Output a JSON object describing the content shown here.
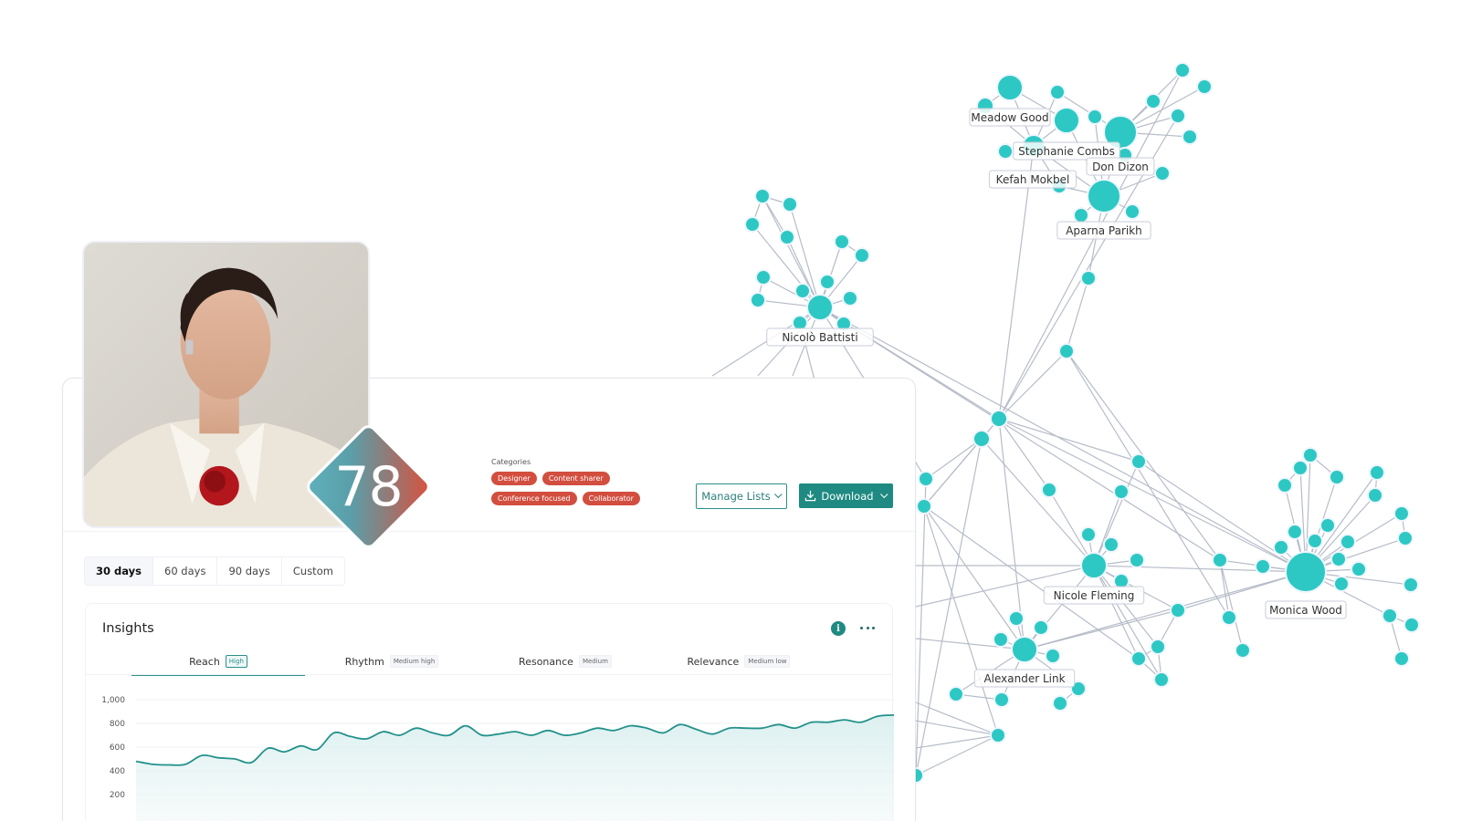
{
  "profile": {
    "score": "78",
    "photo_alt": "profile-photo"
  },
  "categories": {
    "title": "Categories",
    "items": [
      "Designer",
      "Content sharer",
      "Conference focused",
      "Collaborator"
    ]
  },
  "actions": {
    "manage_lists": "Manage Lists",
    "download": "Download"
  },
  "range_tabs": [
    {
      "label": "30 days",
      "active": true
    },
    {
      "label": "60 days",
      "active": false
    },
    {
      "label": "90 days",
      "active": false
    },
    {
      "label": "Custom",
      "active": false
    }
  ],
  "insights": {
    "title": "Insights",
    "tabs": [
      {
        "label": "Reach",
        "tag": "High",
        "active": true
      },
      {
        "label": "Rhythm",
        "tag": "Medium high",
        "active": false
      },
      {
        "label": "Resonance",
        "tag": "Medium",
        "active": false
      },
      {
        "label": "Relevance",
        "tag": "Medium low",
        "active": false
      }
    ]
  },
  "chart_data": {
    "type": "area",
    "title": "Reach",
    "xlabel": "",
    "ylabel": "",
    "yticks": [
      "1,000",
      "800",
      "600",
      "400",
      "200"
    ],
    "ylim": [
      0,
      1000
    ],
    "grid": true,
    "values": [
      480,
      455,
      450,
      455,
      530,
      510,
      500,
      470,
      590,
      560,
      610,
      580,
      720,
      690,
      670,
      730,
      700,
      760,
      720,
      700,
      780,
      700,
      710,
      730,
      700,
      740,
      700,
      720,
      760,
      740,
      780,
      760,
      720,
      790,
      750,
      710,
      760,
      760,
      760,
      790,
      760,
      810,
      810,
      830,
      810,
      860,
      870
    ]
  },
  "network": {
    "labels": [
      "Meadow Good",
      "Stephanie Combs",
      "Don Dizon",
      "Kefah Mokbel",
      "Aparna Parikh",
      "Nicolò Battisti",
      "Nicole Fleming",
      "Monica Wood",
      "Alexander Link"
    ],
    "node_color": "#2ec8c4",
    "edge_color": "#b6bcc8"
  }
}
